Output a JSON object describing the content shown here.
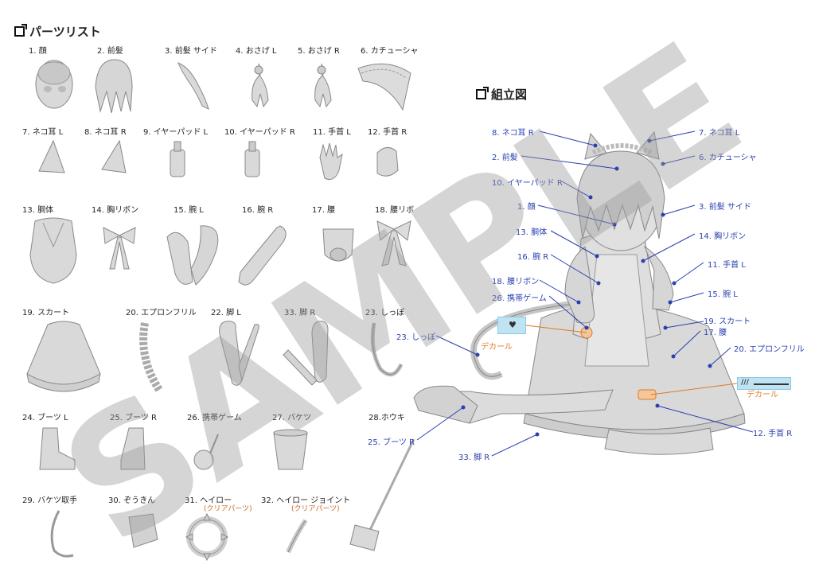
{
  "parts_title": "パーツリスト",
  "assembly_title": "組立図",
  "watermark": "SAMPLE",
  "parts": [
    {
      "label": "1. 顔"
    },
    {
      "label": "2. 前髪"
    },
    {
      "label": "3. 前髪 サイド"
    },
    {
      "label": "4. おさげ L"
    },
    {
      "label": "5. おさげ R"
    },
    {
      "label": "6. カチューシャ"
    },
    {
      "label": "7. ネコ耳 L"
    },
    {
      "label": "8. ネコ耳 R"
    },
    {
      "label": "9. イヤーパッド L"
    },
    {
      "label": "10. イヤーパッド R"
    },
    {
      "label": "11. 手首 L"
    },
    {
      "label": "12. 手首 R"
    },
    {
      "label": "13. 胴体"
    },
    {
      "label": "14. 胸リボン"
    },
    {
      "label": "15. 腕 L"
    },
    {
      "label": "16. 腕 R"
    },
    {
      "label": "17. 腰"
    },
    {
      "label": "18. 腰リボ"
    },
    {
      "label": "19. スカート"
    },
    {
      "label": "20. エプロンフリル"
    },
    {
      "label": "22. 脚 L"
    },
    {
      "label": "33. 脚 R"
    },
    {
      "label": "23. しっぽ"
    },
    {
      "label": "24. ブーツ L"
    },
    {
      "label": "25. ブーツ R"
    },
    {
      "label": "26. 携帯ゲーム"
    },
    {
      "label": "27. バケツ"
    },
    {
      "label": "28.ホウキ"
    },
    {
      "label": "29. バケツ取手"
    },
    {
      "label": "30. ぞうきん"
    },
    {
      "label": "31. ヘイロー",
      "note": "(クリアパーツ)"
    },
    {
      "label": "32. ヘイロー ジョイント",
      "note": "(クリアパーツ)"
    }
  ],
  "callouts": {
    "left": [
      "8. ネコ耳 R",
      "2. 前髪",
      "10. イヤーパッド R",
      "1. 顔",
      "13. 胴体",
      "16. 腕 R",
      "18. 腰リボン",
      "26. 携帯ゲーム",
      "23. しっぽ",
      "25. ブーツ R",
      "33. 脚 R"
    ],
    "right": [
      "7. ネコ耳 L",
      "6. カチューシャ",
      "3. 前髪 サイド",
      "14. 胸リボン",
      "11. 手首 L",
      "15. 腕 L",
      "19. スカート",
      "17. 腰",
      "20. エプロンフリル",
      "12. 手首 R"
    ],
    "decal": "デカール"
  },
  "colors": {
    "callout": "#2a3fb0",
    "decal": "#e07a20",
    "decal_box": "#bfe3f2",
    "part_fill": "#d9d9d9",
    "part_stroke": "#8a8a8a"
  }
}
